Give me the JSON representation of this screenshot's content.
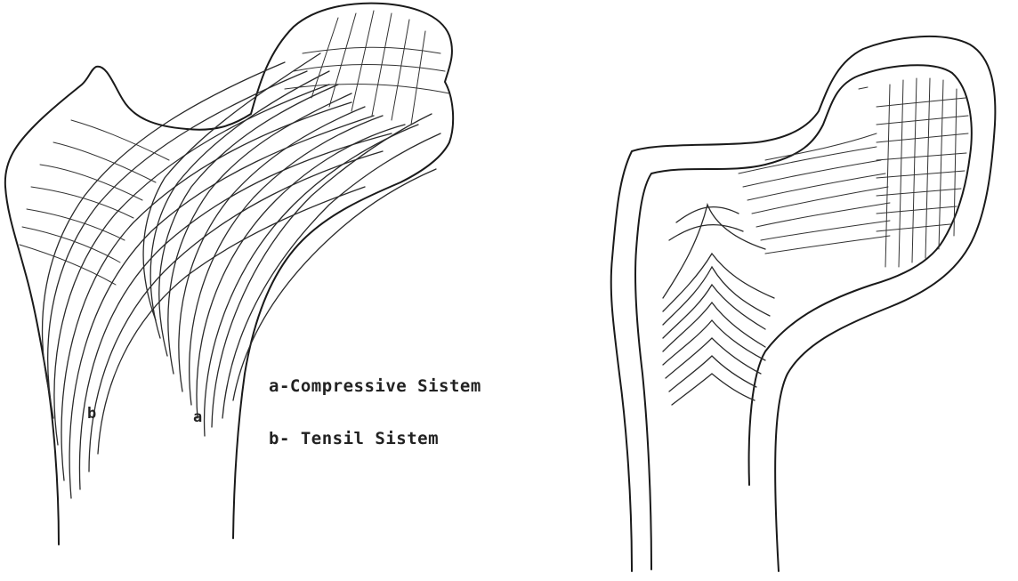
{
  "legend": {
    "compressive": "a-Compressive Sistem",
    "tensile": "b- Tensil Sistem"
  },
  "markers": {
    "b": "b",
    "a": "a"
  }
}
